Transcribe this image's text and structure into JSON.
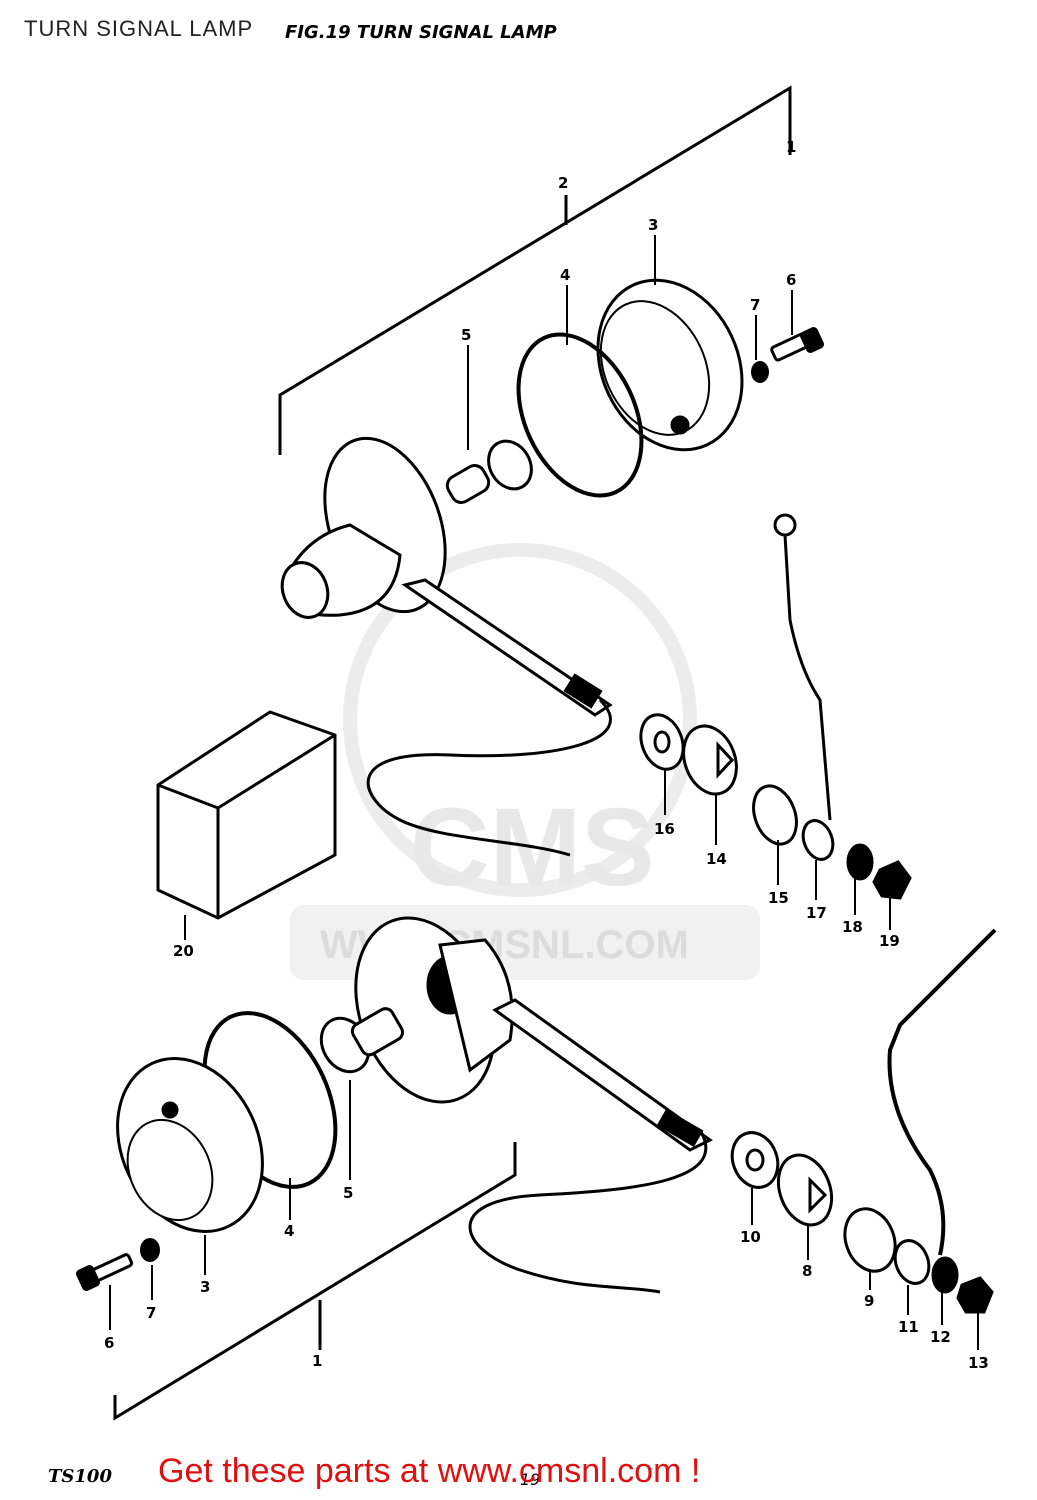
{
  "header": {
    "page_title": "TURN SIGNAL LAMP",
    "figure_title": "FIG.19  TURN SIGNAL LAMP"
  },
  "footer": {
    "model_code": "TS100",
    "page_ref": "19",
    "promo_text": "Get these parts at www.cmsnl.com !"
  },
  "watermark": {
    "brand": "CMS",
    "url": "WWW.CMSNL.COM"
  },
  "callouts": {
    "c1_top": "1",
    "c2": "2",
    "c3_top": "3",
    "c4_top": "4",
    "c5_top": "5",
    "c6_top": "6",
    "c7_top": "7",
    "c16": "16",
    "c14": "14",
    "c15": "15",
    "c17": "17",
    "c18": "18",
    "c19": "19",
    "c20": "20",
    "c5_bottom": "5",
    "c4_bottom": "4",
    "c3_bottom": "3",
    "c6_bottom": "6",
    "c7_bottom": "7",
    "c10": "10",
    "c8": "8",
    "c9": "9",
    "c11": "11",
    "c12": "12",
    "c13": "13",
    "c1_bottom": "1"
  },
  "colors": {
    "ink": "#000000",
    "promo": "#e01010",
    "watermark": "#e8e8e8"
  }
}
